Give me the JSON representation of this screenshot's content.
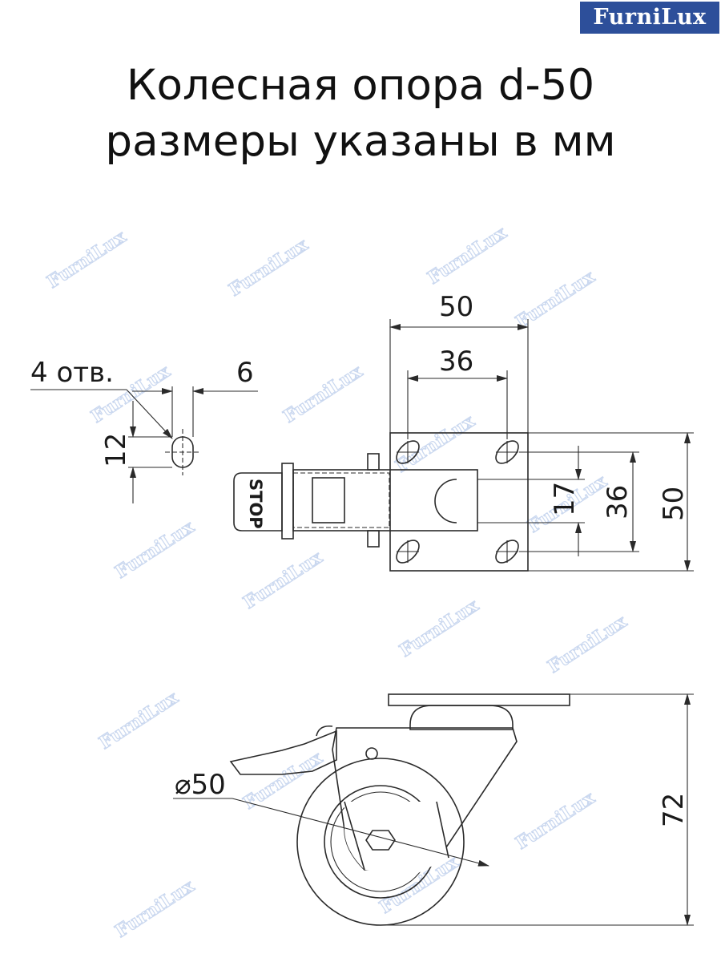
{
  "brand": "FurniLux",
  "title": {
    "line1": "Колесная опора d-50",
    "line2": "размеры указаны в мм"
  },
  "watermark_text": "FurniLux",
  "top_view": {
    "holes_label": "4 отв.",
    "slot_width": "6",
    "slot_length": "12",
    "plate_width_outer": "50",
    "plate_width_holes": "36",
    "plate_height_outer": "50",
    "plate_height_holes": "36",
    "mount_height": "17",
    "brake_label": "STOP"
  },
  "side_view": {
    "wheel_diameter": "⌀50",
    "total_height": "72"
  },
  "colors": {
    "brand_bg": "#2d4f9a",
    "line": "#2a2a2a",
    "wheel_fill": "#f2d9d3",
    "watermark": "#c9d7ef"
  }
}
